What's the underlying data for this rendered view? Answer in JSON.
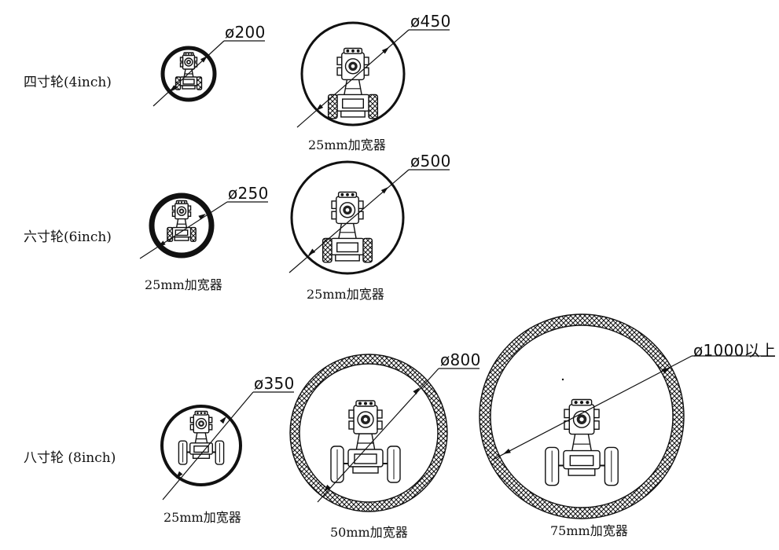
{
  "rows": [
    {
      "label": "四寸轮(4inch)",
      "configs": [
        {
          "diameter": "ø200",
          "extender": ""
        },
        {
          "diameter": "ø450",
          "extender": "25mm加宽器"
        }
      ]
    },
    {
      "label": "六寸轮(6inch)",
      "configs": [
        {
          "diameter": "ø250",
          "extender": "25mm加宽器"
        },
        {
          "diameter": "ø500",
          "extender": "25mm加宽器"
        }
      ]
    },
    {
      "label": "八寸轮 (8inch)",
      "configs": [
        {
          "diameter": "ø350",
          "extender": "25mm加宽器"
        },
        {
          "diameter": "ø800",
          "extender": "50mm加宽器"
        },
        {
          "diameter": "ø1000以上",
          "extender": "75mm加宽器"
        }
      ]
    }
  ]
}
